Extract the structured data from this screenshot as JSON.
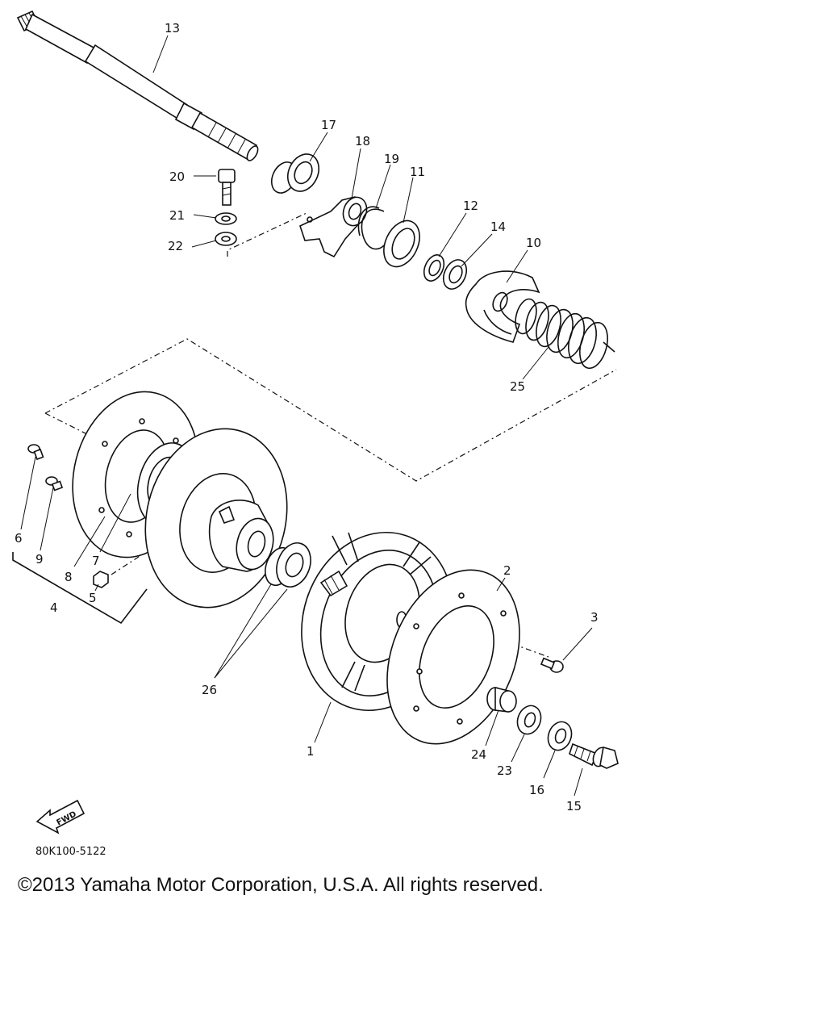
{
  "diagram": {
    "parts": [
      {
        "id": "p13",
        "label": "13"
      },
      {
        "id": "p17",
        "label": "17"
      },
      {
        "id": "p18",
        "label": "18"
      },
      {
        "id": "p19",
        "label": "19"
      },
      {
        "id": "p11",
        "label": "11"
      },
      {
        "id": "p20",
        "label": "20"
      },
      {
        "id": "p21",
        "label": "21"
      },
      {
        "id": "p22",
        "label": "22"
      },
      {
        "id": "p12",
        "label": "12"
      },
      {
        "id": "p14",
        "label": "14"
      },
      {
        "id": "p10",
        "label": "10"
      },
      {
        "id": "p25",
        "label": "25"
      },
      {
        "id": "p6",
        "label": "6"
      },
      {
        "id": "p9",
        "label": "9"
      },
      {
        "id": "p8",
        "label": "8"
      },
      {
        "id": "p7",
        "label": "7"
      },
      {
        "id": "p5",
        "label": "5"
      },
      {
        "id": "p4",
        "label": "4"
      },
      {
        "id": "p26",
        "label": "26"
      },
      {
        "id": "p2",
        "label": "2"
      },
      {
        "id": "p3",
        "label": "3"
      },
      {
        "id": "p1",
        "label": "1"
      },
      {
        "id": "p24",
        "label": "24"
      },
      {
        "id": "p23",
        "label": "23"
      },
      {
        "id": "p16",
        "label": "16"
      },
      {
        "id": "p15",
        "label": "15"
      }
    ],
    "fwd_label": "FWD",
    "figure_code": "80K100-5122"
  },
  "copyright": "©2013 Yamaha Motor Corporation, U.S.A. All rights reserved."
}
